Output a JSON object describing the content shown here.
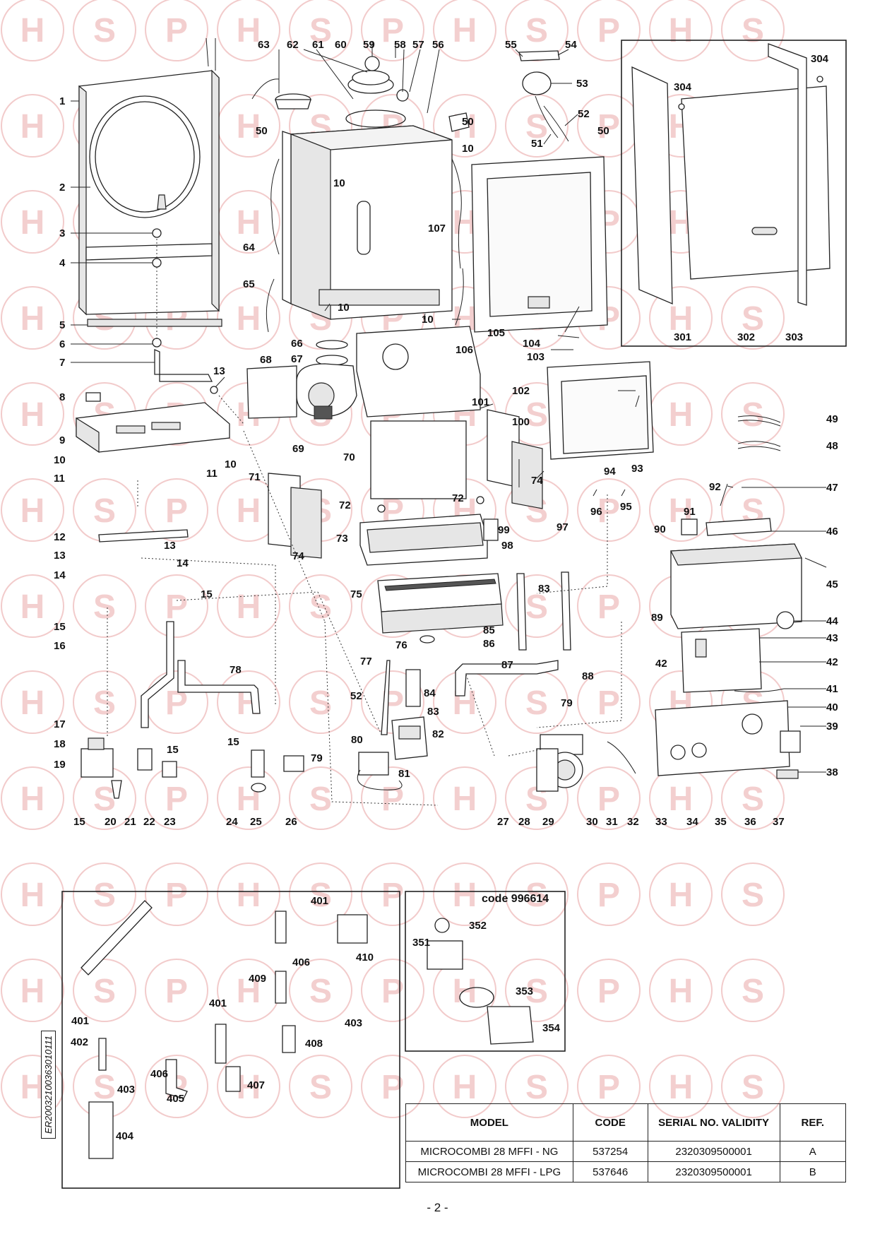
{
  "watermark": {
    "letters": [
      "H",
      "S",
      "P"
    ],
    "color": "#e8a0a0"
  },
  "code_label": "code 996614",
  "document_reference": "ER20032100363010111",
  "callouts": {
    "n1": "1",
    "n2": "2",
    "n3": "3",
    "n4": "4",
    "n5": "5",
    "n6": "6",
    "n7": "7",
    "n8": "8",
    "n9": "9",
    "n10": "10",
    "n11": "11",
    "n12": "12",
    "n13": "13",
    "n14": "14",
    "n15": "15",
    "n16": "16",
    "n17": "17",
    "n18": "18",
    "n19": "19",
    "n20": "20",
    "n21": "21",
    "n22": "22",
    "n23": "23",
    "n24": "24",
    "n25": "25",
    "n26": "26",
    "n27": "27",
    "n28": "28",
    "n29": "29",
    "n30": "30",
    "n31": "31",
    "n32": "32",
    "n33": "33",
    "n34": "34",
    "n35": "35",
    "n36": "36",
    "n37": "37",
    "n38": "38",
    "n39": "39",
    "n40": "40",
    "n41": "41",
    "n42": "42",
    "n43": "43",
    "n44": "44",
    "n45": "45",
    "n46": "46",
    "n47": "47",
    "n48": "48",
    "n49": "49",
    "n50": "50",
    "n51": "51",
    "n52": "52",
    "n53": "53",
    "n54": "54",
    "n55": "55",
    "n56": "56",
    "n57": "57",
    "n58": "58",
    "n59": "59",
    "n60": "60",
    "n61": "61",
    "n62": "62",
    "n63": "63",
    "n64": "64",
    "n65": "65",
    "n66": "66",
    "n67": "67",
    "n68": "68",
    "n69": "69",
    "n70": "70",
    "n71": "71",
    "n72": "72",
    "n73": "73",
    "n74": "74",
    "n75": "75",
    "n76": "76",
    "n77": "77",
    "n78": "78",
    "n79": "79",
    "n80": "80",
    "n81": "81",
    "n82": "82",
    "n83": "83",
    "n84": "84",
    "n85": "85",
    "n86": "86",
    "n87": "87",
    "n88": "88",
    "n89": "89",
    "n90": "90",
    "n91": "91",
    "n92": "92",
    "n93": "93",
    "n94": "94",
    "n95": "95",
    "n96": "96",
    "n97": "97",
    "n98": "98",
    "n99": "99",
    "n100": "100",
    "n101": "101",
    "n102": "102",
    "n103": "103",
    "n104": "104",
    "n105": "105",
    "n106": "106",
    "n107": "107",
    "n301": "301",
    "n302": "302",
    "n303": "303",
    "n304": "304",
    "n351": "351",
    "n352": "352",
    "n353": "353",
    "n354": "354",
    "n401": "401",
    "n402": "402",
    "n403": "403",
    "n404": "404",
    "n405": "405",
    "n406": "406",
    "n407": "407",
    "n408": "408",
    "n409": "409",
    "n410": "410"
  },
  "model_table": {
    "headers": [
      "MODEL",
      "CODE",
      "SERIAL NO. VALIDITY",
      "REF."
    ],
    "rows": [
      [
        "MICROCOMBI 28 MFFI - NG",
        "537254",
        "2320309500001",
        "A"
      ],
      [
        "MICROCOMBI 28 MFFI - LPG",
        "537646",
        "2320309500001",
        "B"
      ]
    ]
  },
  "page_number": "- 2 -"
}
